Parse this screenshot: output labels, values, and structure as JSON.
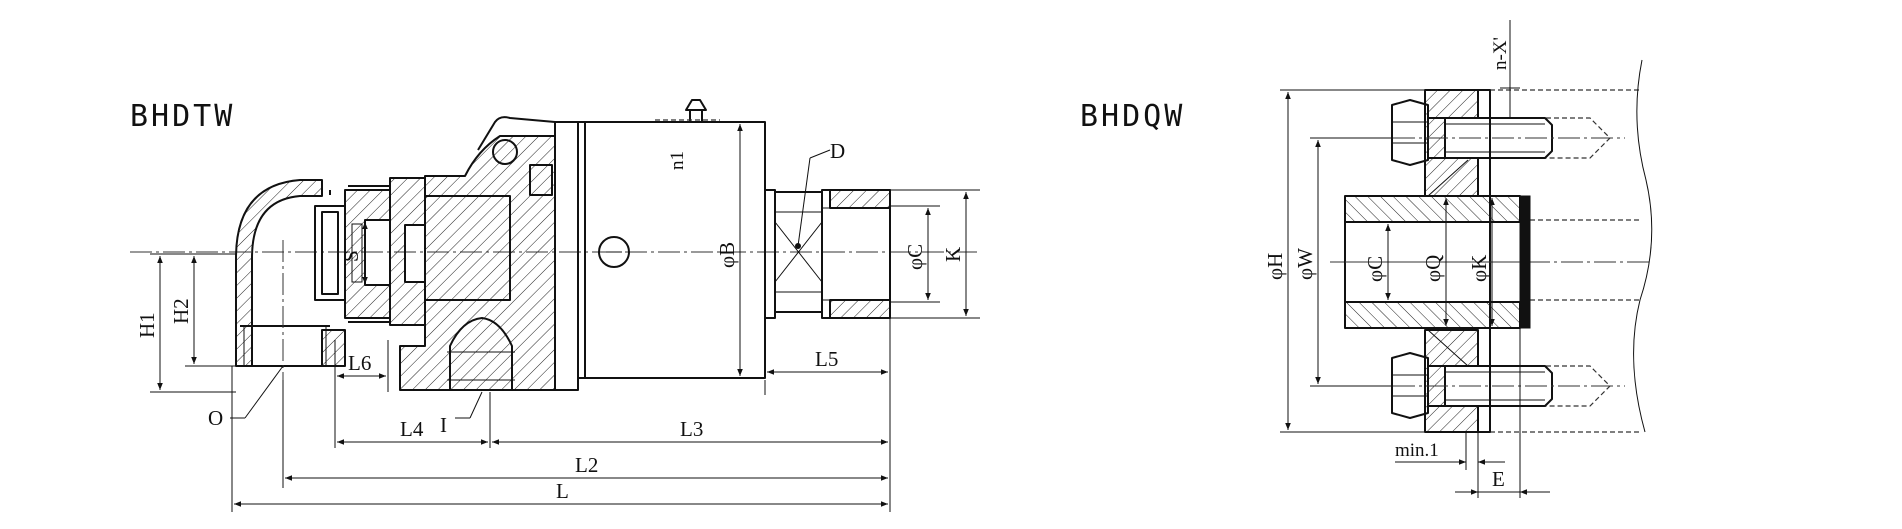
{
  "left_view": {
    "title": "BHDTW",
    "labels": {
      "D": "D",
      "phiB": "φB",
      "phiC": "φC",
      "K": "K",
      "S": "S",
      "H1": "H1",
      "H2": "H2",
      "L6": "L6",
      "O": "O",
      "I": "I",
      "L4": "L4",
      "L3": "L3",
      "L5": "L5",
      "L2": "L2",
      "L": "L",
      "n1": "n1"
    }
  },
  "right_view": {
    "title": "BHDQW",
    "labels": {
      "nX": "n-X'",
      "phiH": "φH",
      "phiW": "φW",
      "phiC": "φC",
      "phiQ": "φQ",
      "phiK": "φK",
      "min1": "min.1",
      "E": "E"
    }
  }
}
